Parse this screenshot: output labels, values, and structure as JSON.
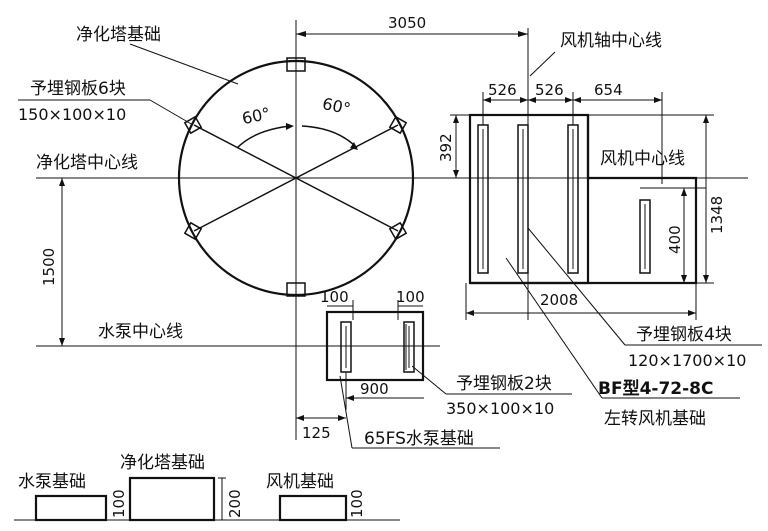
{
  "labels": {
    "tower_foundation": "净化塔基础",
    "fan_axis_line": "风机轴中心线",
    "embedded_plate_6": "予埋钢板6块",
    "embedded_plate_6_size": "150×100×10",
    "tower_center_line": "净化塔中心线",
    "fan_center_line": "风机中心线",
    "pump_center_line": "水泵中心线",
    "embedded_plate_4": "予埋钢板4块",
    "embedded_plate_4_size": "120×1700×10",
    "embedded_plate_2": "予埋钢板2块",
    "embedded_plate_2_size": "350×100×10",
    "fan_model": "BF型4-72-8C",
    "fan_model_desc": "左转风机基础",
    "pump_model": "65FS水泵基础",
    "angle_left": "60°",
    "angle_right": "60°"
  },
  "dimensions": {
    "d3050": "3050",
    "d526a": "526",
    "d526b": "526",
    "d654": "654",
    "d392": "392",
    "d1348": "1348",
    "d400": "400",
    "d2008": "2008",
    "d1500": "1500",
    "d100a": "100",
    "d100b": "100",
    "d900": "900",
    "d125": "125"
  },
  "elevation": {
    "pump_label": "水泵基础",
    "pump_height": "100",
    "tower_label": "净化塔基础",
    "tower_height": "200",
    "fan_label": "风机基础",
    "fan_height": "100"
  }
}
